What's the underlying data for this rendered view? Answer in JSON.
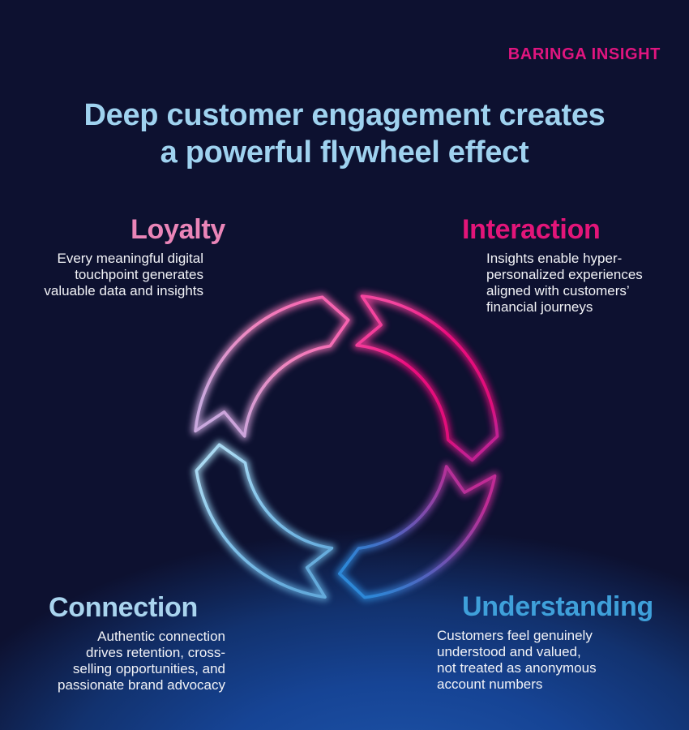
{
  "colors": {
    "background_base": "#0d1130",
    "background_glow": "#1d52a7",
    "body_text": "#f2f3f7"
  },
  "brand": {
    "label": "BARINGA INSIGHT",
    "color": "#e0157f"
  },
  "title": {
    "lines": [
      "Deep customer engagement creates",
      "a powerful flywheel effect"
    ],
    "color": "#9fd2ef"
  },
  "quadrants": [
    {
      "id": "loyalty",
      "heading": "Loyalty",
      "heading_color": "#ea85b8",
      "body_lines": [
        "Every meaningful digital",
        "touchpoint generates",
        "valuable data and insights"
      ]
    },
    {
      "id": "interaction",
      "heading": "Interaction",
      "heading_color": "#e31579",
      "body_lines": [
        "Insights enable hyper-",
        "personalized experiences",
        "aligned with customers’",
        "financial journeys"
      ]
    },
    {
      "id": "connection",
      "heading": "Connection",
      "heading_color": "#a9d4ee",
      "body_lines": [
        "Authentic connection",
        "drives retention, cross-",
        "selling opportunities, and",
        "passionate brand advocacy"
      ]
    },
    {
      "id": "understanding",
      "heading": "Understanding",
      "heading_color": "#3fa0da",
      "body_lines": [
        "Customers feel genuinely",
        "understood and valued,",
        "not treated as anonymous",
        "account numbers"
      ]
    }
  ],
  "flywheel": {
    "description": "Neon circular flywheel of four outlined arrows flowing clockwise: Loyalty to Interaction to Understanding to Connection",
    "segments": [
      {
        "name": "loyalty",
        "stops": [
          [
            "0%",
            "#c9a8de"
          ],
          [
            "55%",
            "#ef87c0"
          ],
          [
            "100%",
            "#f763b0"
          ]
        ]
      },
      {
        "name": "interaction",
        "stops": [
          [
            "0%",
            "#f5459f"
          ],
          [
            "35%",
            "#ec0d7e"
          ],
          [
            "85%",
            "#e00d7a"
          ],
          [
            "100%",
            "#c32093"
          ]
        ]
      },
      {
        "name": "understanding",
        "stops": [
          [
            "0%",
            "#c02b95"
          ],
          [
            "28%",
            "#8f44a6"
          ],
          [
            "55%",
            "#5b5cba"
          ],
          [
            "80%",
            "#3a78cb"
          ],
          [
            "100%",
            "#2d88d8"
          ]
        ]
      },
      {
        "name": "connection",
        "stops": [
          [
            "0%",
            "#64aadb"
          ],
          [
            "50%",
            "#7fc1ea"
          ],
          [
            "100%",
            "#a9d9f2"
          ]
        ]
      }
    ]
  }
}
